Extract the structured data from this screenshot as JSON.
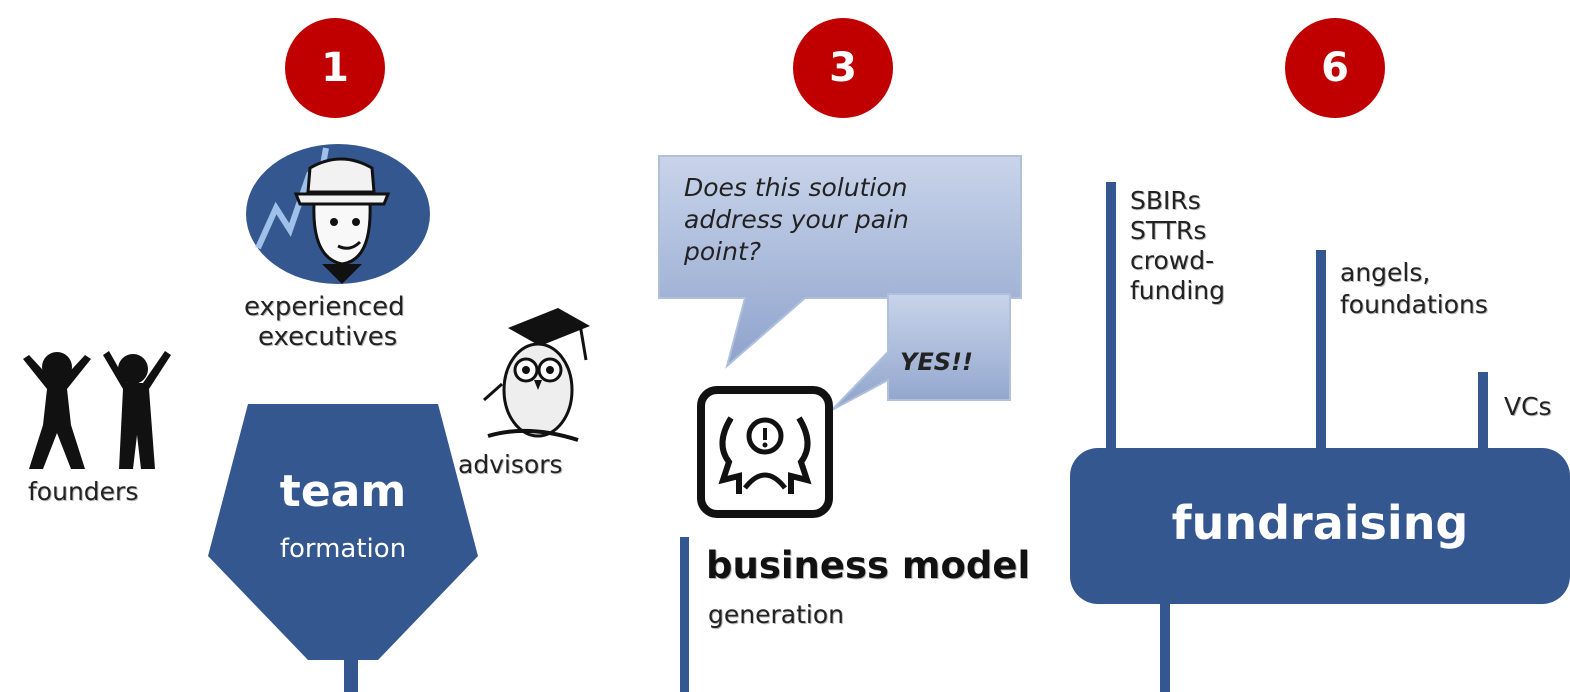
{
  "badges": {
    "team": "1",
    "business": "3",
    "fundraising": "6"
  },
  "team": {
    "exec_label_1": "experienced",
    "exec_label_2": "executives",
    "founders_label": "founders",
    "advisors_label": "advisors",
    "title": "team",
    "subtitle": "formation"
  },
  "business": {
    "question": "Does this solution address your pain point?",
    "answer": "YES!!",
    "title": "business model",
    "subtitle": "generation"
  },
  "fundraising": {
    "title": "fundraising",
    "sources_1": [
      "SBIRs",
      "STTRs",
      "crowd-",
      "funding"
    ],
    "sources_2": [
      "angels,",
      "foundations"
    ],
    "sources_3": "VCs"
  },
  "colors": {
    "badge": "#c00000",
    "shape": "#34578f",
    "bubble": "#9fb2d6"
  }
}
